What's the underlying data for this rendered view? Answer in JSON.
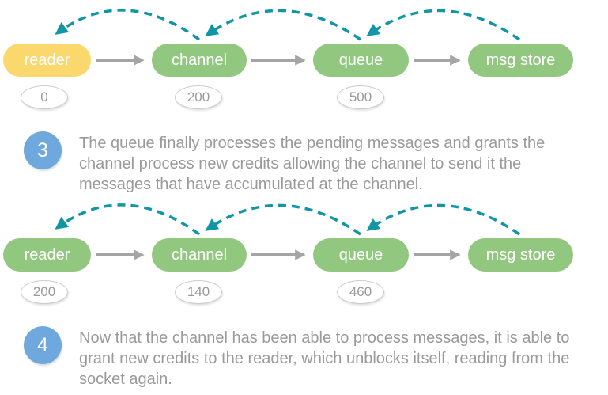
{
  "colors": {
    "green": "#92C77F",
    "yellow": "#FAD86E",
    "teal": "#1096A4",
    "arrow_gray": "#A5A5A5",
    "blue": "#6FA8DC",
    "text_gray": "#9A9A9A",
    "oval_border": "#CCCCCC",
    "oval_text": "#9A9A9A"
  },
  "icons": {
    "flow-arrow": "solid gray right arrow",
    "credit-arrow": "teal dashed curved back-arrow"
  },
  "diagrams": [
    {
      "name": "state-after-step-3",
      "nodes": [
        {
          "label": "reader",
          "fill": "yellow",
          "credit": "0"
        },
        {
          "label": "channel",
          "fill": "green",
          "credit": "200"
        },
        {
          "label": "queue",
          "fill": "green",
          "credit": "500"
        },
        {
          "label": "msg store",
          "fill": "green"
        }
      ]
    },
    {
      "name": "state-after-step-4",
      "nodes": [
        {
          "label": "reader",
          "fill": "green",
          "credit": "200"
        },
        {
          "label": "channel",
          "fill": "green",
          "credit": "140"
        },
        {
          "label": "queue",
          "fill": "green",
          "credit": "460"
        },
        {
          "label": "msg store",
          "fill": "green"
        }
      ]
    }
  ],
  "steps": [
    {
      "number": "3",
      "lines": [
        "The queue finally processes the pending messages and grants the",
        "channel process new credits allowing the channel to send it the",
        "messages that have accumulated at the channel."
      ]
    },
    {
      "number": "4",
      "lines": [
        "Now that the channel has been able to process messages, it is able to",
        "grant new credits to the reader, which unblocks itself, reading from the",
        "socket again."
      ]
    }
  ]
}
